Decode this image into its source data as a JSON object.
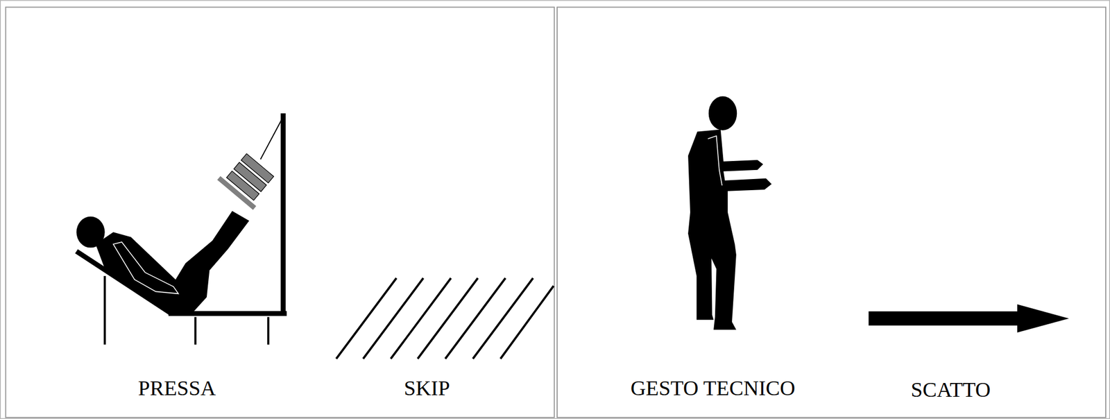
{
  "diagram": {
    "labels": [
      "PRESSA",
      "SKIP",
      "GESTO TECNICO",
      "SCATTO"
    ]
  }
}
